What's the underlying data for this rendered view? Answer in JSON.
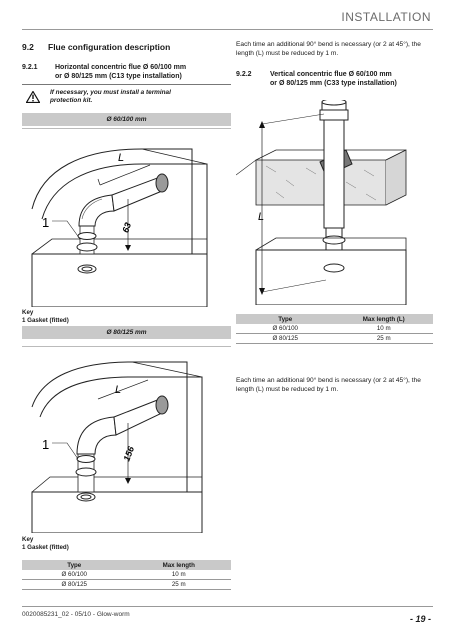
{
  "header": {
    "title": "INSTALLATION"
  },
  "section": {
    "number": "9.2",
    "title": "Flue configuration description"
  },
  "sub1": {
    "number": "9.2.1",
    "line1": "Horizontal concentric flue Ø 60/100 mm",
    "line2": "or Ø 80/125 mm (C13 type installation)"
  },
  "note": {
    "line1": "If necessary, you must install a terminal",
    "line2": "protection kit.",
    "icon": "warning-triangle-icon"
  },
  "fig1": {
    "label": "Ø 60/100 mm",
    "L": "L",
    "dim": "63",
    "callout": "1"
  },
  "key1": {
    "title": "Key",
    "item": "1 Gasket (fitted)"
  },
  "fig2": {
    "label": "Ø 80/125 mm",
    "L": "L",
    "dim": "156",
    "callout": "1"
  },
  "key2": {
    "title": "Key",
    "item": "1 Gasket (fitted)"
  },
  "table_left": {
    "headers": [
      "Type",
      "Max length"
    ],
    "rows": [
      [
        "Ø 60/100",
        "10 m"
      ],
      [
        "Ø 80/125",
        "25 m"
      ]
    ]
  },
  "right": {
    "para1_line1": "Each time an additional 90° bend is necessary (or 2 at 45°), the",
    "para1_line2": "length (L) must be reduced by 1 m.",
    "sub2": {
      "number": "9.2.2",
      "line1": "Vertical concentric flue Ø 60/100 mm",
      "line2": "or Ø 80/125 mm (C33 type installation)"
    },
    "fig3": {
      "L": "L"
    },
    "table": {
      "headers": [
        "Type",
        "Max length (L)"
      ],
      "rows": [
        [
          "Ø 60/100",
          "10 m"
        ],
        [
          "Ø 80/125",
          "25 m"
        ]
      ]
    },
    "para2_line1": "Each time an additional 90° bend is necessary (or 2 at 45°), the",
    "para2_line2": "length (L) must be reduced by 1 m."
  },
  "footer": {
    "doc": "0020085231_02 - 05/10 - Glow-worm",
    "page": "- 19 -"
  }
}
